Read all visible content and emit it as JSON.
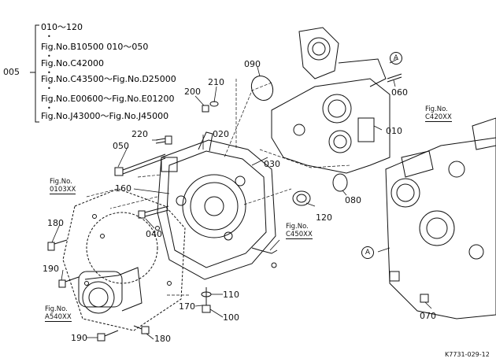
{
  "group": {
    "part_no": "005",
    "lines": [
      "010～120",
      "Fig.No.B10500  010～050",
      "Fig.No.C42000",
      "Fig.No.C43500～Fig.No.D25000",
      "Fig.No.E00600～Fig.No.E01200",
      "Fig.No.J43000～Fig.No.J45000"
    ]
  },
  "parts": {
    "p010": "010",
    "p020": "020",
    "p030": "030",
    "p040": "040",
    "p050": "050",
    "p060": "060",
    "p070": "070",
    "p080": "080",
    "p090": "090",
    "p100": "100",
    "p110": "110",
    "p120": "120",
    "p160": "160",
    "p170": "170",
    "p180a": "180",
    "p180b": "180",
    "p190a": "190",
    "p190b": "190",
    "p200": "200",
    "p210": "210",
    "p220": "220"
  },
  "fig_refs": {
    "r0103": {
      "title": "Fig.No.",
      "code": "0103XX"
    },
    "r420": {
      "title": "Fig.No.",
      "code": "C420XX"
    },
    "r450": {
      "title": "Fig.No.",
      "code": "C450XX"
    },
    "r540": {
      "title": "Fig.No.",
      "code": "A540XX"
    }
  },
  "markers": {
    "a1": "A",
    "a2": "A"
  },
  "drawing_code": "K7731-029-12"
}
